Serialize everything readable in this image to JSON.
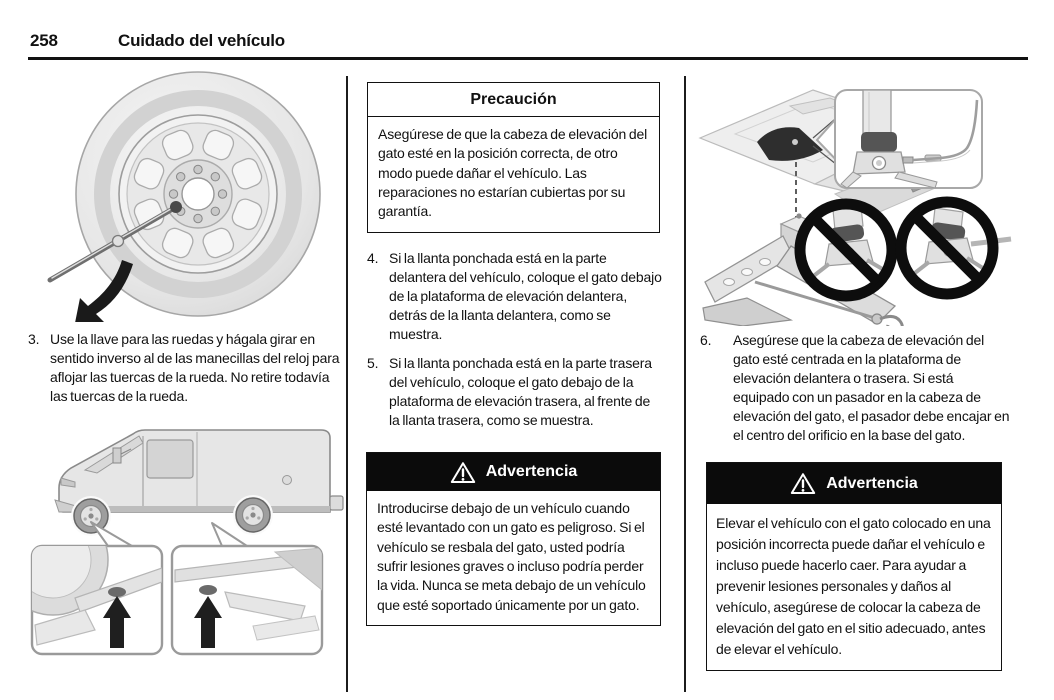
{
  "header": {
    "page_number": "258",
    "section_title": "Cuidado del vehículo"
  },
  "steps": {
    "s3": {
      "num": "3.",
      "text": "Use la llave para las ruedas y hágala girar en sentido inverso al de las manecillas del reloj para aflojar las tuercas de la rueda. No retire todavía las tuercas de la rueda."
    },
    "s4": {
      "num": "4.",
      "text": "Si la llanta ponchada está en la parte delantera del vehículo, coloque el gato debajo de la plataforma de elevación delantera, detrás de la llanta delantera, como se muestra."
    },
    "s5": {
      "num": "5.",
      "text": "Si la llanta ponchada está en la parte trasera del vehículo, coloque el gato debajo de la plataforma de elevación trasera, al frente de la llanta trasera, como se muestra."
    },
    "s6": {
      "num": "6.",
      "text": "Asegúrese que la cabeza de elevación del gato esté centrada en la plataforma de elevación delantera o trasera. Si está equipado con un pasador en la cabeza de elevación del gato, el pasador debe encajar en el centro del orificio en la base del gato."
    }
  },
  "caution_box": {
    "title": "Precaución",
    "body": "Asegúrese de que la cabeza de elevación del gato esté en la posición correcta, de otro modo puede dañar el vehículo. Las reparaciones no estarían cubiertas por su garantía."
  },
  "warning_box_middle": {
    "title": "Advertencia",
    "body": "Introducirse debajo de un vehículo cuando esté levantado con un gato es peligroso. Si el vehículo se resbala del gato, usted podría sufrir lesiones graves o incluso podría perder la vida. Nunca se meta debajo de un vehículo que esté soportado únicamente por un gato."
  },
  "warning_box_right": {
    "title": "Advertencia",
    "body": "Elevar el vehículo con el gato colocado en una posición incorrecta puede dañar el vehículo e incluso puede hacerlo caer. Para ayudar a prevenir lesiones personales y daños al vehículo, asegúrese de colocar la cabeza de elevación del gato en el sitio adecuado, antes de elevar el vehículo."
  },
  "icons": {
    "warning_triangle": "warning-triangle-icon",
    "no_symbol": "no-symbol-icon",
    "rotation_arrow": "counterclockwise-arrow-icon",
    "lift_point_arrow": "up-arrow-icon"
  },
  "colors": {
    "ink": "#111111",
    "warn_header_bg": "#0b0b0b",
    "warn_header_text": "#ffffff",
    "illustration_gray": "#e6e6e6",
    "page_bg": "#ffffff"
  }
}
